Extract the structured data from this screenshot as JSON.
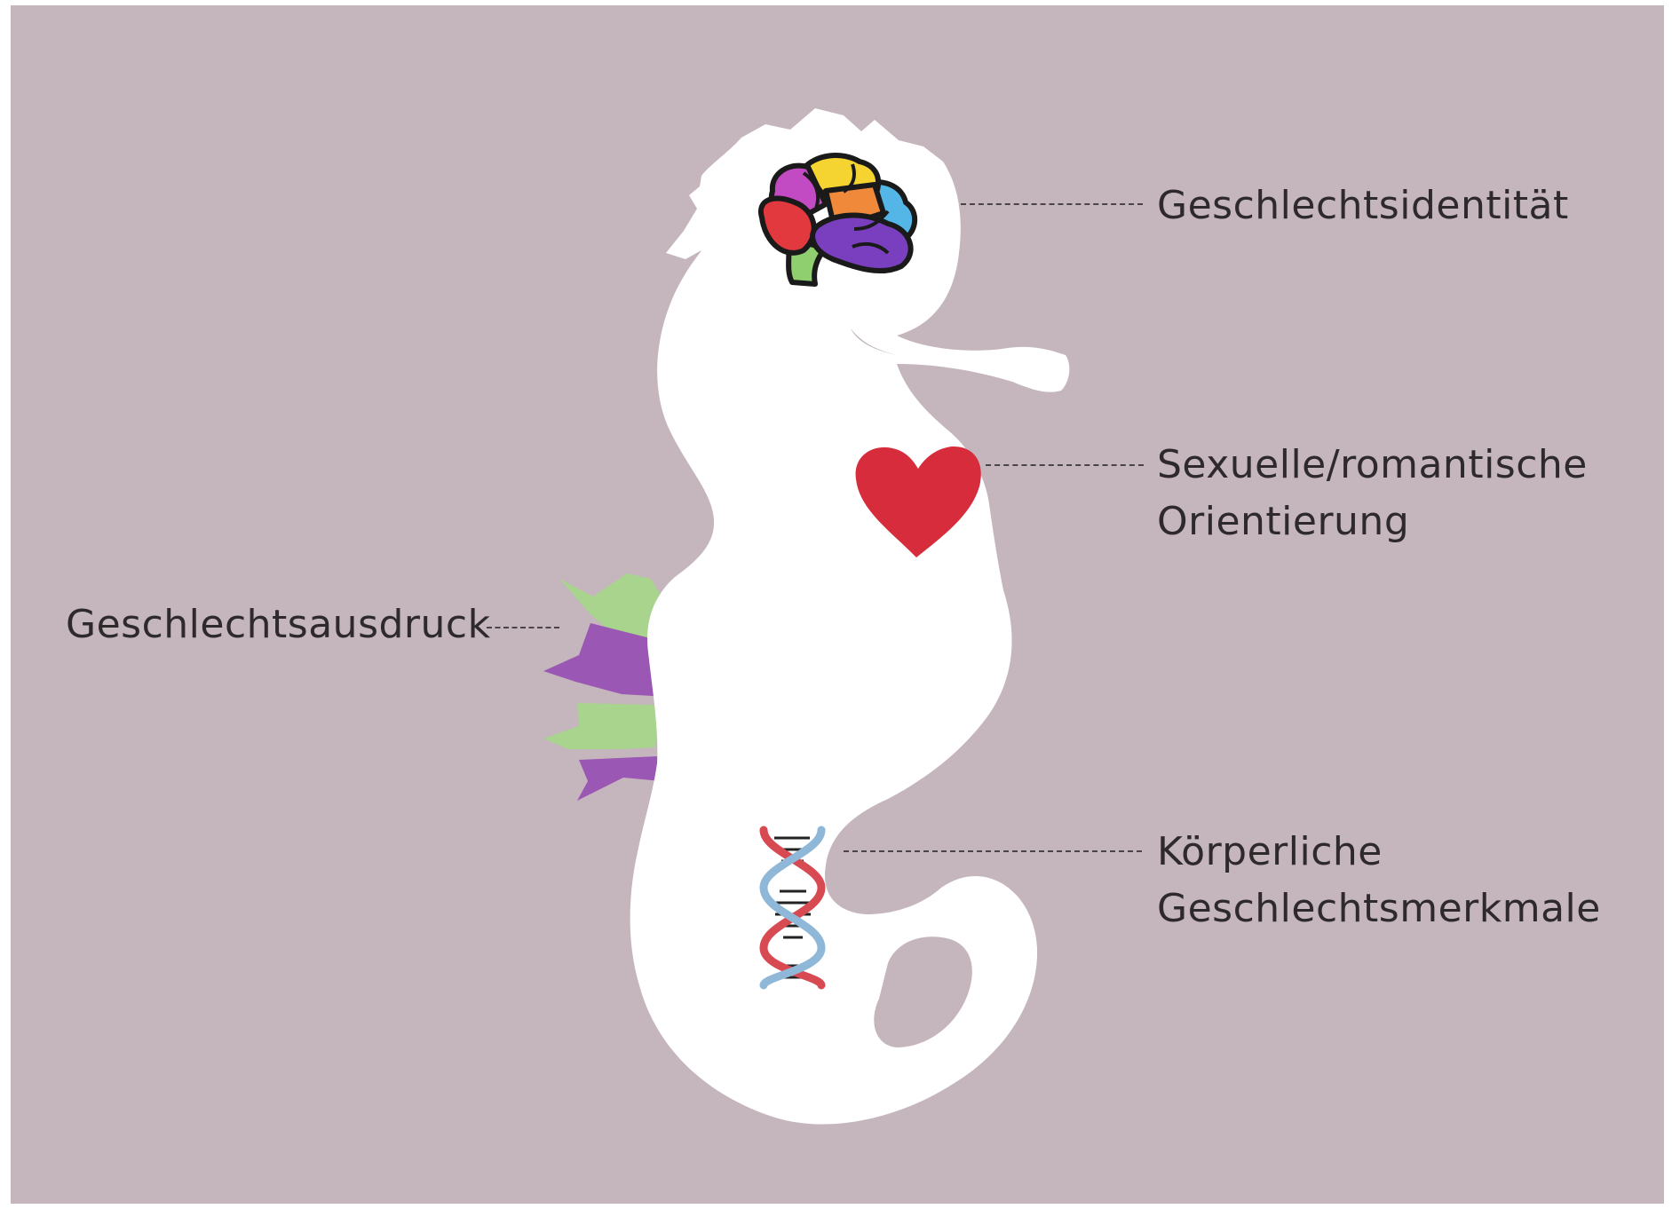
{
  "colors": {
    "background": "#c5b5bd",
    "seahorse": "#ffffff",
    "text": "#2e2a2c",
    "fin_green": "#a8d48e",
    "fin_purple": "#9a58b4",
    "heart": "#d62c3b",
    "dna_red": "#d84a52",
    "dna_blue": "#8fb8d8"
  },
  "labels": {
    "identity": "Geschlechtsidentität",
    "orientation_line1": "Sexuelle/romantische",
    "orientation_line2": "Orientierung",
    "expression": "Geschlechtsausdruck",
    "physical_line1": "Körperliche",
    "physical_line2": "Geschlechtsmerkmale"
  },
  "icons": {
    "brain": "rainbow-brain-icon",
    "heart": "heart-icon",
    "dna": "dna-helix-icon",
    "fin": "striped-fin-icon"
  }
}
